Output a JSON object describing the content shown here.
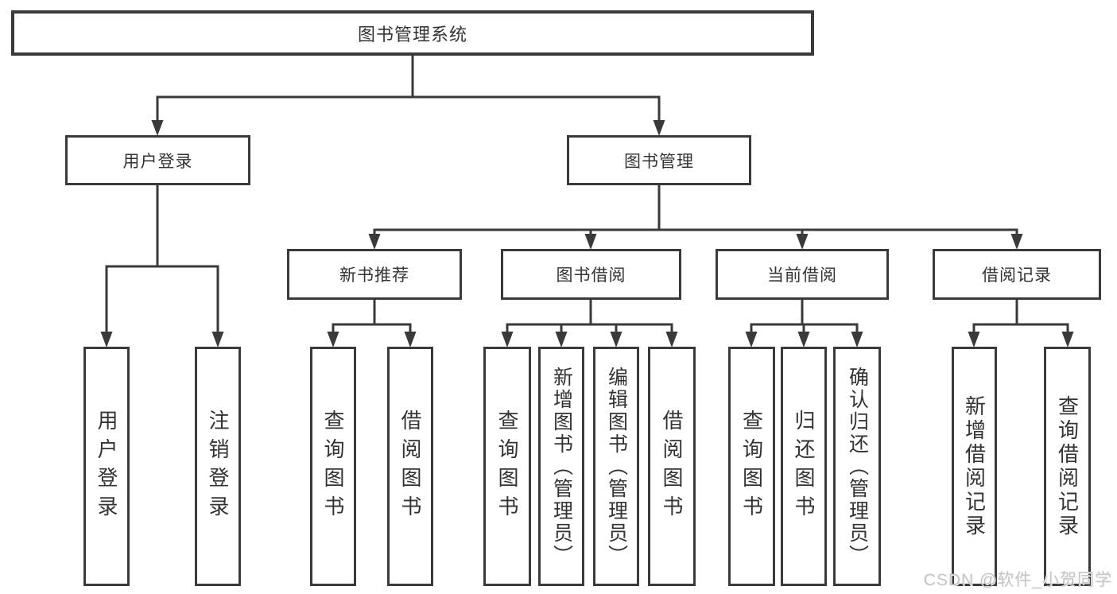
{
  "colors": {
    "line": "#3a3a3a",
    "box_border": "#3a3a3a",
    "text": "#333333",
    "background": "#ffffff",
    "watermark": "#c6c6c6"
  },
  "watermark": "CSDN @软件_小贺同学",
  "tree": {
    "root": {
      "label": "图书管理系统"
    },
    "branches": [
      {
        "label": "用户登录",
        "children": [
          {
            "label": "用户登录"
          },
          {
            "label": "注销登录"
          }
        ]
      },
      {
        "label": "图书管理",
        "groups": [
          {
            "label": "新书推荐",
            "children": [
              {
                "label": "查询图书"
              },
              {
                "label": "借阅图书"
              }
            ]
          },
          {
            "label": "图书借阅",
            "children": [
              {
                "label": "查询图书"
              },
              {
                "label": "新增图书（管理员）"
              },
              {
                "label": "编辑图书（管理员）"
              },
              {
                "label": "借阅图书"
              }
            ]
          },
          {
            "label": "当前借阅",
            "children": [
              {
                "label": "查询图书"
              },
              {
                "label": "归还图书"
              },
              {
                "label": "确认归还（管理员）"
              }
            ]
          },
          {
            "label": "借阅记录",
            "children": [
              {
                "label": "新增借阅记录"
              },
              {
                "label": "查询借阅记录"
              }
            ]
          }
        ]
      }
    ]
  }
}
